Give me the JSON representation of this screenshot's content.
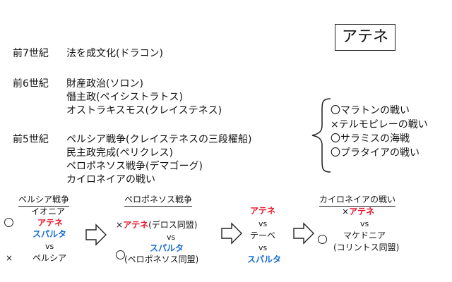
{
  "title": "アテネ",
  "timeline": {
    "c7": {
      "era": "前7世紀",
      "items": [
        "法を成文化(ドラコン)"
      ]
    },
    "c6": {
      "era": "前6世紀",
      "items": [
        "財産政治(ソロン)",
        "僭主政(ペイシストラトス)",
        "オストラキスモス(クレイステネス)"
      ]
    },
    "c5": {
      "era": "前5世紀",
      "items": [
        "ペルシア戦争(クレイステネスの三段櫂船)",
        "民主政完成(ペリクレス)",
        "ペロポネソス戦争(デマゴーグ)",
        "カイロネイアの戦い"
      ]
    }
  },
  "persian_battles": [
    "マラトンの戦い",
    "テルモピレーの戦い",
    "サラミスの海戦",
    "プラタイアの戦い"
  ],
  "battle_marks": [
    "〇",
    "×",
    "〇",
    "〇"
  ],
  "wars": {
    "persian": {
      "heading": "ペルシア戦争",
      "ionia": "イオニア",
      "athens": "アテネ",
      "sparta": "スパルタ",
      "vs": "vs",
      "loser_mark": "×",
      "persia": "ペルシア"
    },
    "peloponnesian": {
      "heading": "ペロポネソス戦争",
      "loser_mark": "×",
      "athens": "アテネ",
      "delian": "(デロス同盟)",
      "vs": "vs",
      "sparta": "スパルタ",
      "peloponnesian_league": "(ペロポネソス同盟)"
    },
    "middle": {
      "athens": "アテネ",
      "vs1": "vs",
      "thebes": "テーベ",
      "vs2": "vs",
      "sparta": "スパルタ"
    },
    "chaeronea": {
      "heading": "カイロネイアの戦い",
      "loser_mark": "×",
      "athens": "アテネ",
      "vs": "vs",
      "macedonia": "マケドニア",
      "corinth": "(コリントス同盟)"
    }
  }
}
